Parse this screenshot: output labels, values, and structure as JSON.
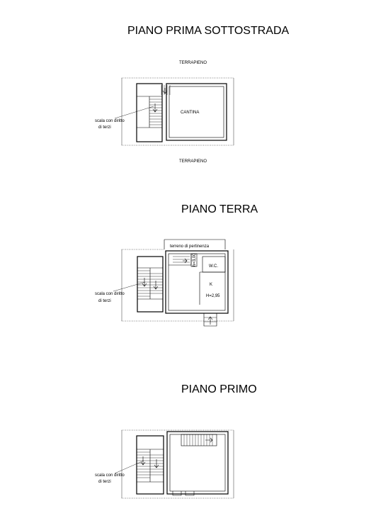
{
  "floors": [
    {
      "title": "PIANO PRIMA SOTTOSTRADA",
      "top_note": "TERRAPIENO",
      "bottom_note": "TERRAPIENO",
      "room_label": "CANTINA",
      "stair_label_line1": "scala con diritto",
      "stair_label_line2": "di terzi"
    },
    {
      "title": "PIANO TERRA",
      "pertinenza_label": "terreno di pertinenza",
      "height_small": "h=3,00",
      "wc_label": "W.C.",
      "kitchen_label": "K",
      "height_label": "H=2,95",
      "stair_label_line1": "scala con diritto",
      "stair_label_line2": "di terzi"
    },
    {
      "title": "PIANO PRIMO",
      "stair_label_line1": "scala con diritto",
      "stair_label_line2": "di terzi"
    }
  ]
}
